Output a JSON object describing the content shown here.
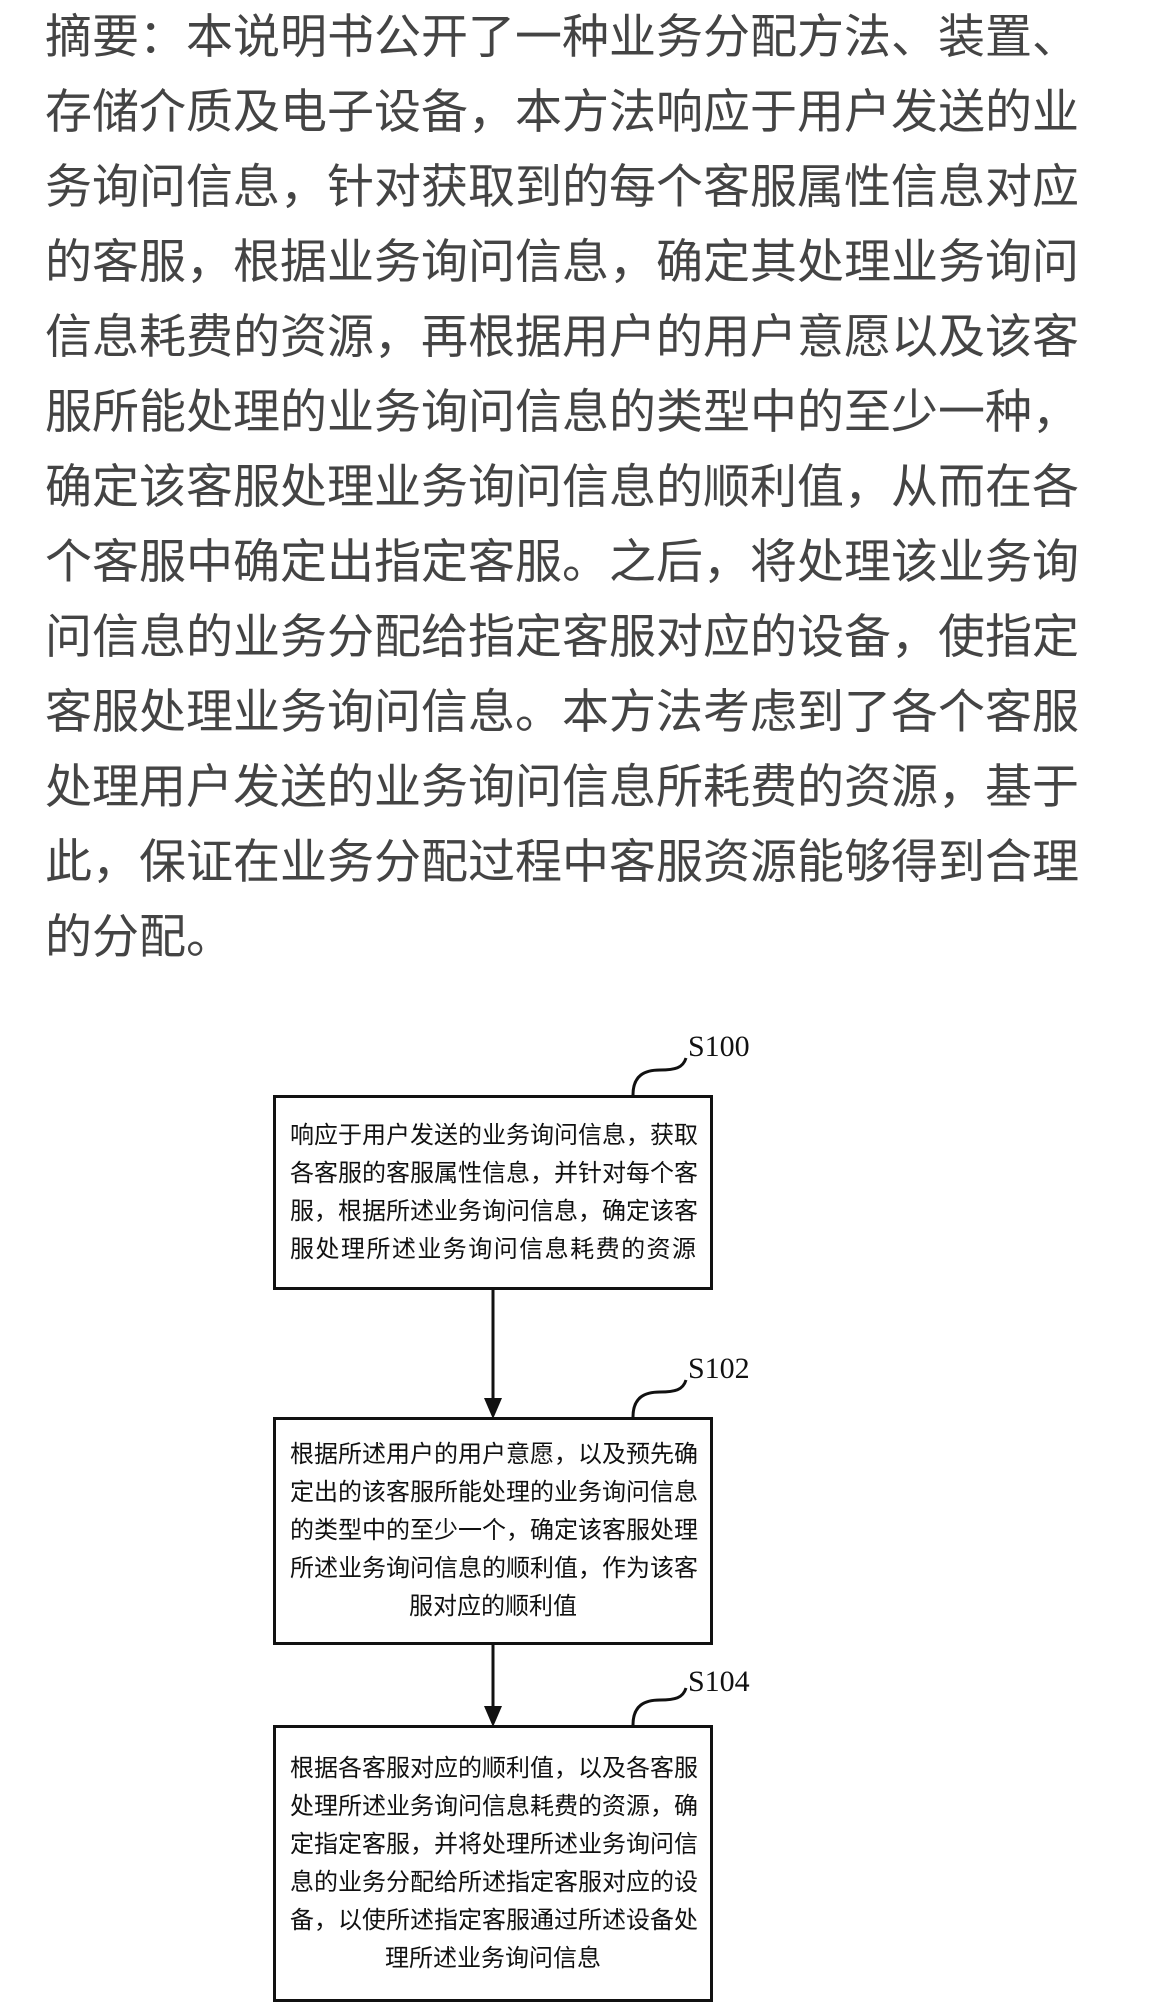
{
  "abstract": {
    "lines": [
      "摘要：本说明书公开了一种业务分配方法、装置、",
      "存储介质及电子设备，本方法响应于用户发送的业",
      "务询问信息，针对获取到的每个客服属性信息对应",
      "的客服，根据业务询问信息，确定其处理业务询问",
      "信息耗费的资源，再根据用户的用户意愿以及该客",
      "服所能处理的业务询问信息的类型中的至少一种，",
      "确定该客服处理业务询问信息的顺利值，从而在各",
      "个客服中确定出指定客服。之后，将处理该业务询",
      "问信息的业务分配给指定客服对应的设备，使指定",
      "客服处理业务询问信息。本方法考虑到了各个客服",
      "处理用户发送的业务询问信息所耗费的资源，基于",
      "此，保证在业务分配过程中客服资源能够得到合理",
      "的分配。"
    ]
  },
  "flowchart": {
    "steps": [
      {
        "label": "S100",
        "lines": [
          "响应于用户发送的业务询问信息，获取",
          "各客服的客服属性信息，并针对每个客",
          "服，根据所述业务询问信息，确定该客",
          "服处理所述业务询问信息耗费的资源"
        ]
      },
      {
        "label": "S102",
        "lines": [
          "根据所述用户的用户意愿，以及预先确",
          "定出的该客服所能处理的业务询问信息",
          "的类型中的至少一个，确定该客服处理",
          "所述业务询问信息的顺利值，作为该客",
          "服对应的顺利值"
        ]
      },
      {
        "label": "S104",
        "lines": [
          "根据各客服对应的顺利值，以及各客服",
          "处理所述业务询问信息耗费的资源，确",
          "定指定客服，并将处理所述业务询问信",
          "息的业务分配给所述指定客服对应的设",
          "备，以使所述指定客服通过所述设备处",
          "理所述业务询问信息"
        ]
      }
    ]
  }
}
